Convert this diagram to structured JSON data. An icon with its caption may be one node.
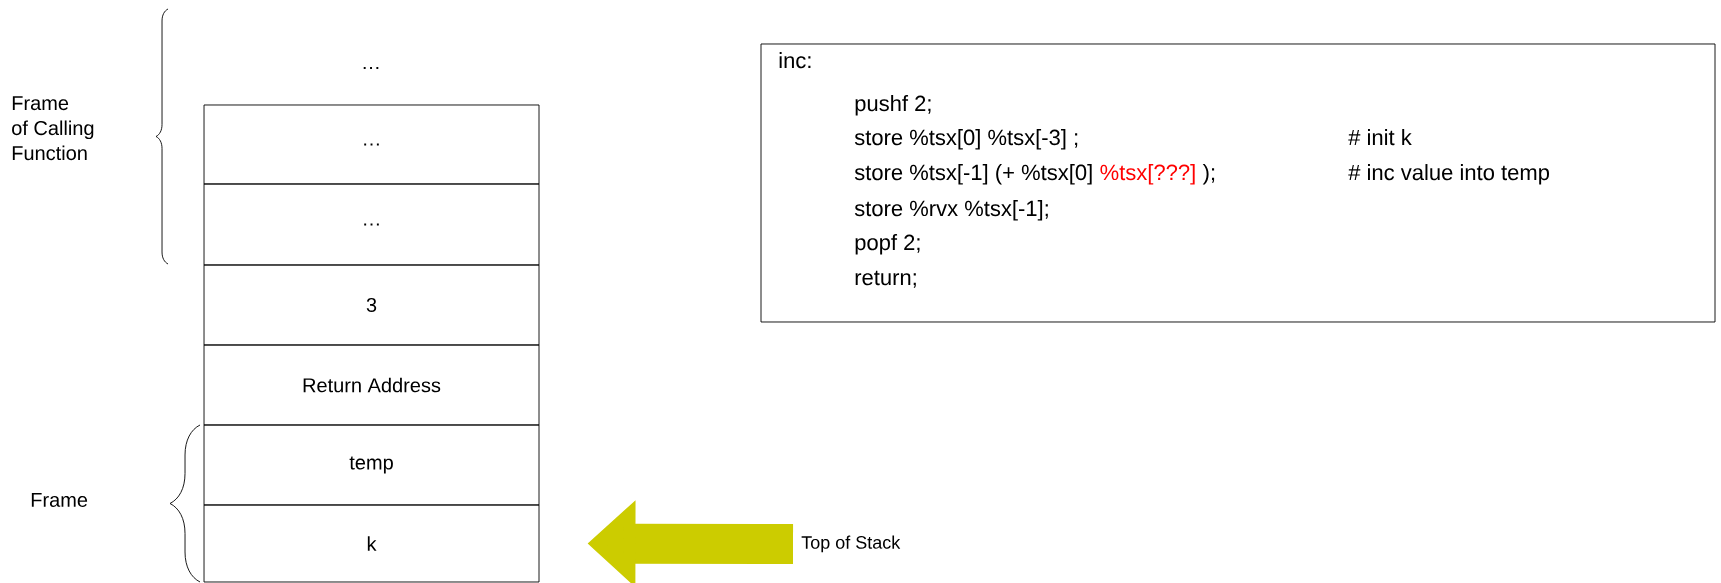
{
  "diagram": {
    "nodes": [
      {
        "text": [
          "…"
        ]
      },
      {
        "text": [
          "…"
        ]
      },
      {
        "text": [
          "3"
        ]
      },
      {
        "text": [
          "Return Address"
        ]
      },
      {
        "text": [
          "temp"
        ]
      },
      {
        "text": [
          "k"
        ]
      },
      {
        "text": [
          "inc:",
          "pushf 2;",
          "store %tsx[0] %tsx[-3] ;",
          "# init k",
          "store %tsx[-1] (+ %tsx[0]",
          "%tsx[???]",
          ");",
          "# inc value into temp",
          "store %rvx %tsx[-1];",
          "popf 2;",
          "return;"
        ]
      },
      {
        "text": [
          "Top of Stack"
        ]
      }
    ],
    "edges": [
      {
        "from": 7,
        "to": 5,
        "arrow": "to",
        "color": "#cccc00"
      }
    ],
    "labels": [
      "…",
      "Frame of Calling Function",
      "Frame"
    ]
  }
}
